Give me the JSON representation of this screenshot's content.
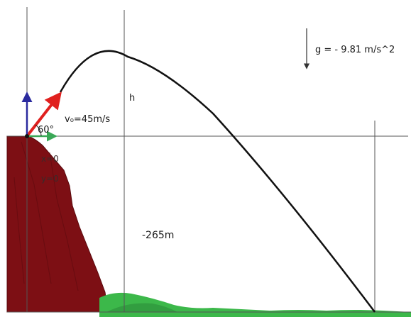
{
  "labels": {
    "gravity": "g = - 9.81 m/s^2",
    "velocity": "v₀=45m/s",
    "angle": "60°",
    "max_height": "h",
    "depth": "-265m",
    "x0": "x=0",
    "y0": "y=0"
  },
  "colors": {
    "cliff": "#7d0f14",
    "grass": "#3cb84a",
    "trajectory": "#111111",
    "velocity_vector": "#e0201e",
    "vertical_component": "#2a2a9e",
    "horizontal_component": "#3aa857",
    "guide_lines": "#555555"
  }
}
